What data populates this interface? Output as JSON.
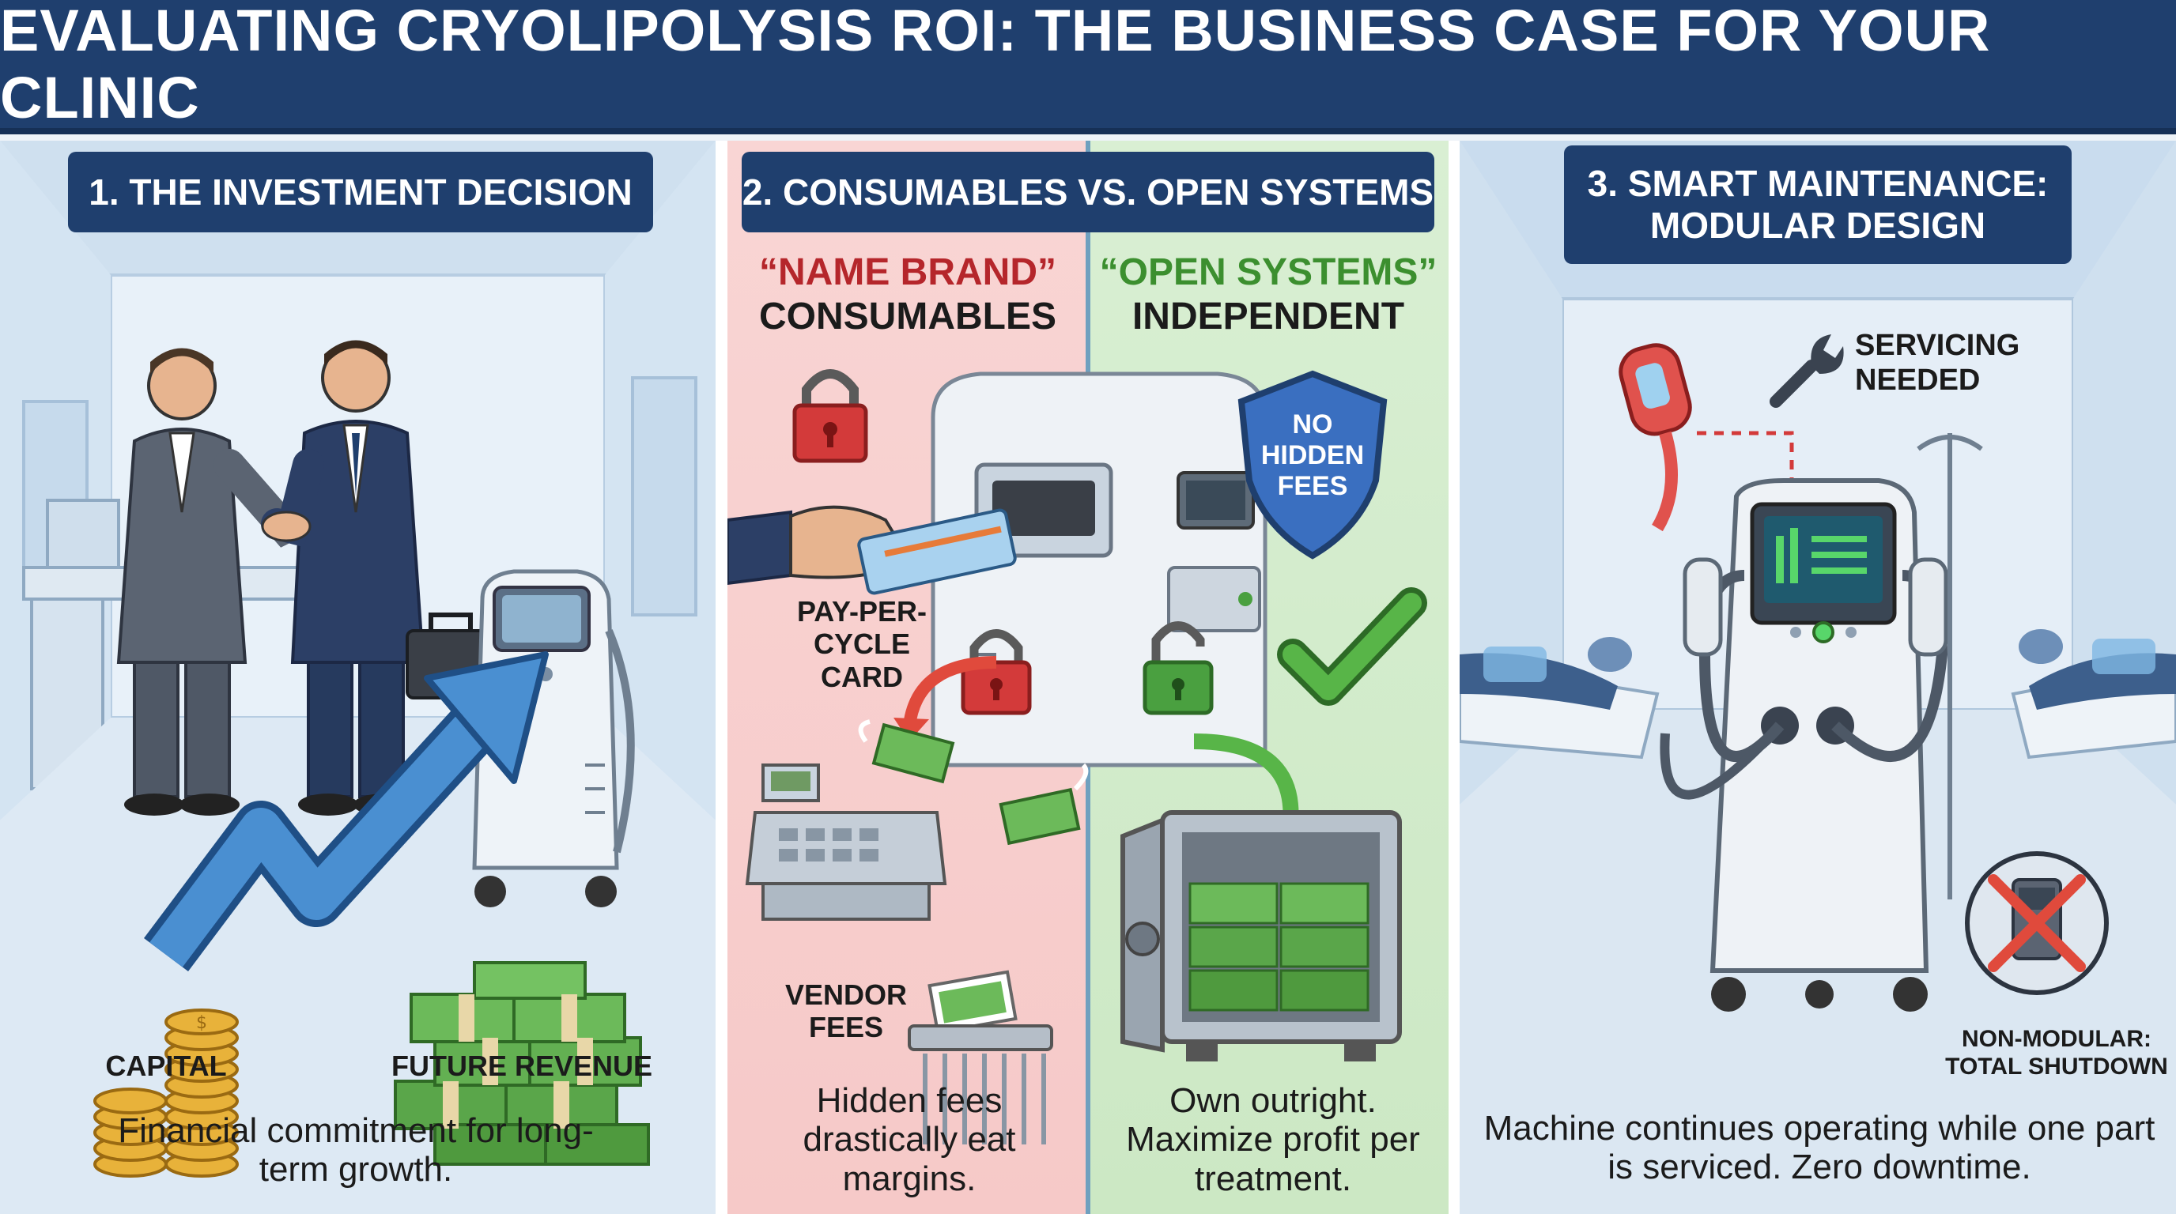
{
  "header": {
    "title": "EVALUATING CRYOLIPOLYSIS ROI: THE BUSINESS CASE FOR YOUR CLINIC"
  },
  "panel1": {
    "label": "1. THE INVESTMENT DECISION",
    "capital_label": "CAPITAL",
    "future_label": "FUTURE REVENUE",
    "caption": "Financial commitment for long-term growth."
  },
  "panel2": {
    "label": "2. CONSUMABLES VS. OPEN SYSTEMS",
    "left": {
      "title_line1": "“NAME BRAND”",
      "title_line2": "CONSUMABLES",
      "card_label": "PAY-PER-CYCLE CARD",
      "vendor_label": "VENDOR FEES",
      "caption": "Hidden fees drastically eat margins."
    },
    "right": {
      "title_line1": "“OPEN SYSTEMS”",
      "title_line2": "INDEPENDENT",
      "shield_text": "NO HIDDEN FEES",
      "caption": "Own outright. Maximize profit per treatment."
    }
  },
  "panel3": {
    "label": "3. SMART MAINTENANCE: MODULAR DESIGN",
    "servicing_label": "SERVICING NEEDED",
    "nonmodular_label": "NON-MODULAR: TOTAL SHUTDOWN",
    "caption": "Machine continues operating while one part is serviced. Zero downtime."
  },
  "colors": {
    "navy": "#1f3f6e",
    "red_accent": "#b5262b",
    "green_accent": "#3c8f2f",
    "money_green": "#4f9a3e",
    "gold": "#e1a22a"
  }
}
